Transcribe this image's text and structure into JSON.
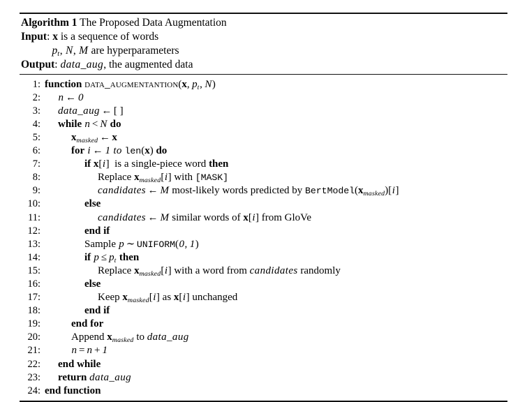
{
  "document": {
    "type": "algorithm-pseudocode-float",
    "caption_prefix": "Algorithm 1",
    "caption_title": "The Proposed Data Augmentation",
    "input_label": "Input",
    "input_line_1_text": "is a sequence of words",
    "input_line_2_text": "are hyperparameters",
    "output_label": "Output",
    "output_text": ", the augmented data",
    "rules": {
      "top": "thick",
      "middle": "thin",
      "bottom": "thick"
    }
  },
  "symbols": {
    "x": "x",
    "x_sub": "masked",
    "n": "n",
    "N": "N",
    "M": "M",
    "i": "i",
    "p": "p",
    "p_sub": "t",
    "data_aug": "data_aug",
    "candidates": "candidates",
    "arrow": "←",
    "tilde": "∼",
    "lt": "<",
    "le": "≤",
    "eq": "=",
    "plus": "+",
    "empty_list": "[ ]",
    "proc_name": "data_augmentantion",
    "bert_model": "BertModel",
    "len_fn": "len",
    "uniform_fn": "UNIFORM",
    "mask_token": "[MASK]",
    "glove": "GloVe"
  },
  "lines": [
    {
      "num": "1:",
      "indent": 0,
      "text": "function DATA_AUGMENTANTION(x, p_t, N)"
    },
    {
      "num": "2:",
      "indent": 1,
      "text": "n ← 0"
    },
    {
      "num": "3:",
      "indent": 1,
      "text": "data_aug ← [ ]"
    },
    {
      "num": "4:",
      "indent": 1,
      "text": "while n < N do"
    },
    {
      "num": "5:",
      "indent": 2,
      "text": "x_masked ← x"
    },
    {
      "num": "6:",
      "indent": 2,
      "text": "for i ← 1 to len(x) do"
    },
    {
      "num": "7:",
      "indent": 3,
      "text": "if x[i] is a single-piece word then"
    },
    {
      "num": "8:",
      "indent": 4,
      "text": "Replace x_masked[i] with [MASK]"
    },
    {
      "num": "9:",
      "indent": 4,
      "text": "candidates ← M most-likely words predicted by BertModel(x_masked)[i]"
    },
    {
      "num": "10:",
      "indent": 3,
      "text": "else"
    },
    {
      "num": "11:",
      "indent": 4,
      "text": "candidates ← M similar words of x[i] from GloVe"
    },
    {
      "num": "12:",
      "indent": 3,
      "text": "end if"
    },
    {
      "num": "13:",
      "indent": 3,
      "text": "Sample p ∼ UNIFORM(0, 1)"
    },
    {
      "num": "14:",
      "indent": 3,
      "text": "if p ≤ p_t then"
    },
    {
      "num": "15:",
      "indent": 4,
      "text": "Replace x_masked[i] with a word from candidates randomly"
    },
    {
      "num": "16:",
      "indent": 3,
      "text": "else"
    },
    {
      "num": "17:",
      "indent": 4,
      "text": "Keep x_masked[i] as x[i] unchanged"
    },
    {
      "num": "18:",
      "indent": 3,
      "text": "end if"
    },
    {
      "num": "19:",
      "indent": 2,
      "text": "end for"
    },
    {
      "num": "20:",
      "indent": 2,
      "text": "Append x_masked to data_aug"
    },
    {
      "num": "21:",
      "indent": 2,
      "text": "n = n + 1"
    },
    {
      "num": "22:",
      "indent": 1,
      "text": "end while"
    },
    {
      "num": "23:",
      "indent": 1,
      "text": "return data_aug"
    },
    {
      "num": "24:",
      "indent": 0,
      "text": "end function"
    }
  ],
  "keywords": {
    "function": "function",
    "while": "while",
    "do": "do",
    "for": "for",
    "to": "to",
    "if": "if",
    "then": "then",
    "else": "else",
    "end_if": "end if",
    "end_for": "end for",
    "end_while": "end while",
    "end_function": "end function",
    "return": "return",
    "replace": "Replace",
    "with": "with",
    "sample": "Sample",
    "append": "Append",
    "keep": "Keep",
    "as": "as",
    "unchanged": "unchanged",
    "is_single_piece": "is a single-piece word",
    "most_likely": "most-likely words predicted by",
    "similar_words": "similar words of",
    "from": "from",
    "a_word_from": "with a word from",
    "randomly": "randomly",
    "to_word": "to"
  },
  "colors": {
    "text": "#000000",
    "rule": "#111111",
    "background": "#ffffff"
  }
}
